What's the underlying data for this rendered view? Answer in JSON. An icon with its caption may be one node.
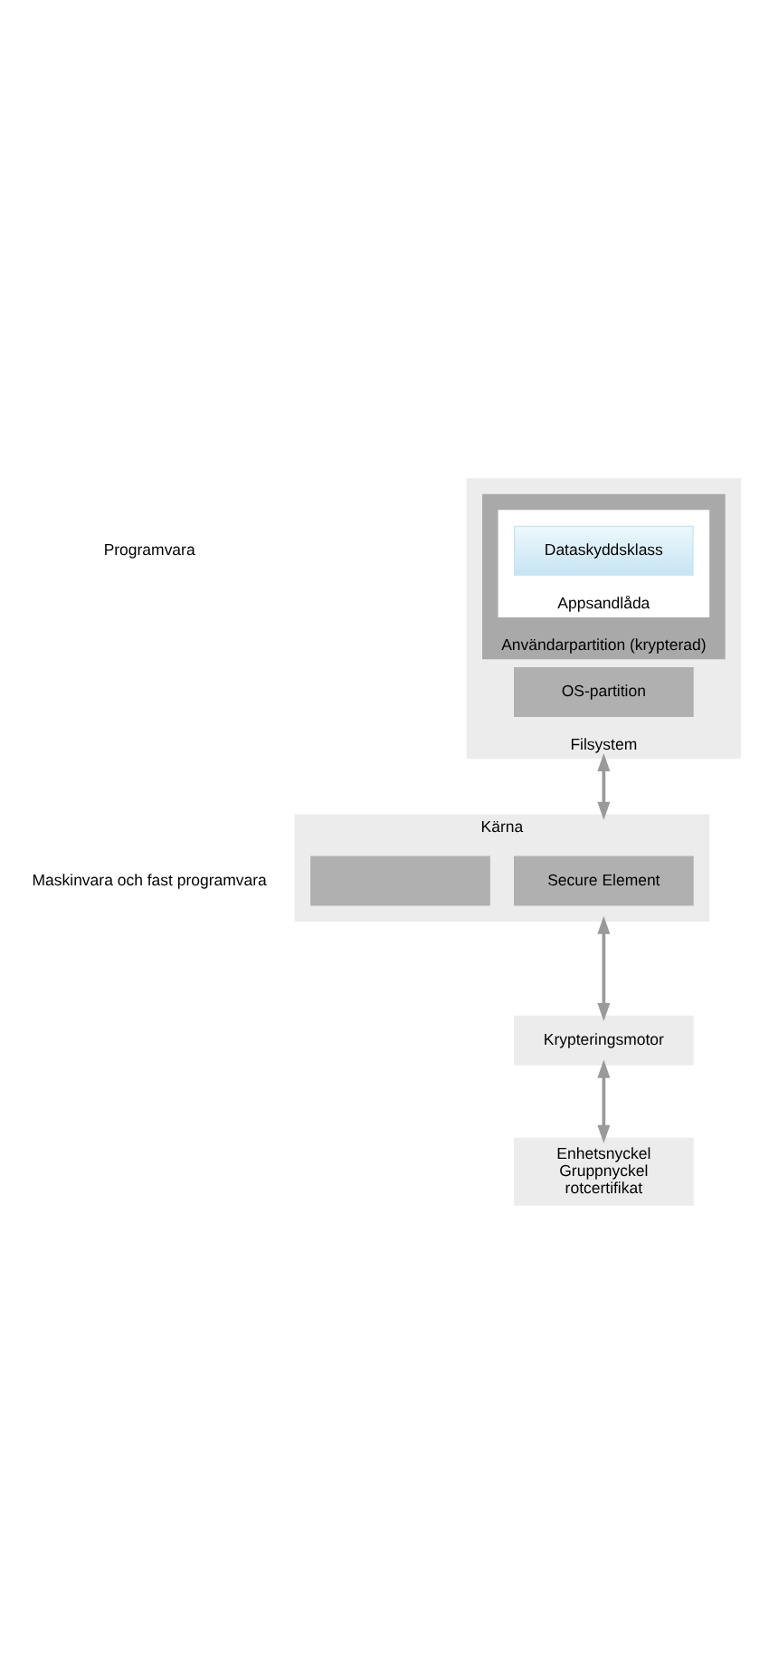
{
  "diagram": {
    "nodes": [
      {
        "text": [
          "Filsystem"
        ]
      },
      {
        "text": [
          "Användarpartition (krypterad)"
        ],
        "in": 0
      },
      {
        "text": [
          "Appsandlåda"
        ],
        "in": 1
      },
      {
        "text": [
          "Dataskyddsklass"
        ],
        "in": 2
      },
      {
        "text": [
          "OS-partition"
        ],
        "in": 0
      },
      {
        "text": [
          "Kärna"
        ]
      },
      {
        "text": [],
        "shape": "box",
        "in": 5
      },
      {
        "text": [
          "Secure Element"
        ],
        "in": 5
      },
      {
        "text": [
          "Krypteringsmotor"
        ]
      },
      {
        "text": [
          "Enhetsnyckel",
          "Gruppnyckel",
          "rotcertifikat"
        ]
      }
    ],
    "edges": [
      {
        "from": 0,
        "to": 5,
        "arrow": "both"
      },
      {
        "from": 5,
        "to": 8,
        "arrow": "both"
      },
      {
        "from": 8,
        "to": 9,
        "arrow": "both"
      }
    ],
    "labels": [
      "Programvara",
      "Maskinvara och fast programvara"
    ]
  }
}
